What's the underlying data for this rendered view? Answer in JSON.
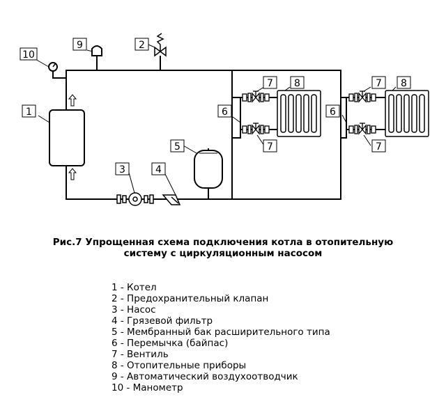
{
  "caption": {
    "line1": "Рис.7 Упрощенная схема подключения котла в отопительную",
    "line2": "систему с циркуляционным насосом"
  },
  "labels": {
    "boiler": "1",
    "safety_valve": "2",
    "pump": "3",
    "filter": "4",
    "tank": "5",
    "bypass": "6",
    "valve": "7",
    "radiator": "8",
    "air_vent": "9",
    "manometer": "10"
  },
  "legend": [
    "1 - Котел",
    "2 - Предохранительный клапан",
    "3 - Насос",
    "4 - Грязевой фильтр",
    "5 - Мембранный бак расширительного типа",
    "6 - Перемычка (байпас)",
    "7 - Вентиль",
    "8 - Отопительные приборы",
    "9 - Автоматический воздухоотводчик",
    "10 - Манометр"
  ]
}
